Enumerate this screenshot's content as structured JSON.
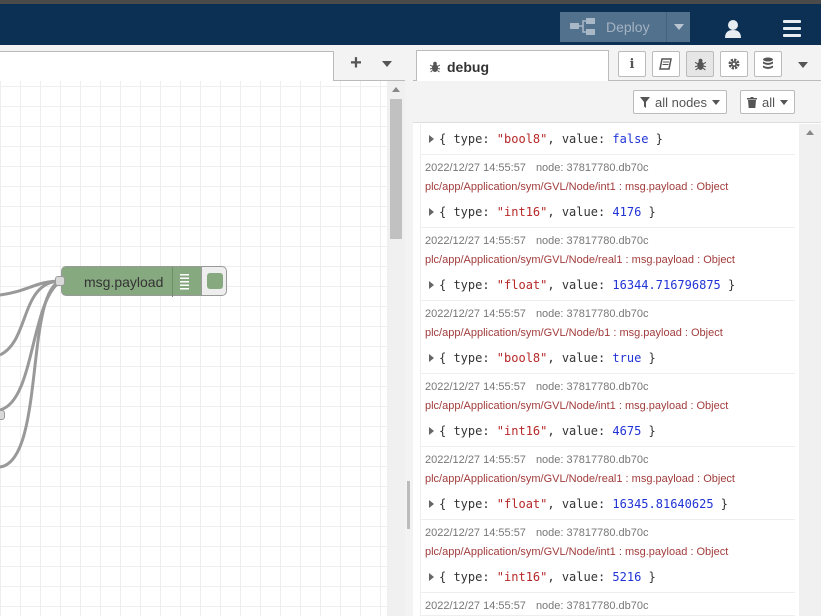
{
  "header": {
    "deploy_label": "Deploy",
    "deploy_icon": "deploy-icon",
    "user_icon": "user-icon",
    "menu_icon": "menu-icon"
  },
  "workspace": {
    "add_flow_icon": "plus-icon",
    "flow_menu_icon": "chevron-down-icon",
    "node": {
      "label": "msg.payload",
      "type": "debug",
      "color": "#87a980"
    }
  },
  "sidebar": {
    "tab_label": "debug",
    "tab_icon": "bug-icon",
    "buttons": [
      "info-icon",
      "book-icon",
      "bug-icon",
      "gear-icon",
      "database-icon"
    ],
    "filter_label": "all nodes",
    "clear_label": "all"
  },
  "messages": [
    {
      "timestamp": "",
      "node": "",
      "topic": "",
      "value": [
        [
          "k",
          "{ type: "
        ],
        [
          "s",
          "\"bool8\""
        ],
        [
          "k",
          ", value: "
        ],
        [
          "b",
          "false"
        ],
        [
          "k",
          " }"
        ]
      ]
    },
    {
      "timestamp": "2022/12/27 14:55:57",
      "node": "node: 37817780.db70c",
      "topic": "plc/app/Application/sym/GVL/Node/int1 : msg.payload : Object",
      "value": [
        [
          "k",
          "{ type: "
        ],
        [
          "s",
          "\"int16\""
        ],
        [
          "k",
          ", value: "
        ],
        [
          "n",
          "4176"
        ],
        [
          "k",
          " }"
        ]
      ]
    },
    {
      "timestamp": "2022/12/27 14:55:57",
      "node": "node: 37817780.db70c",
      "topic": "plc/app/Application/sym/GVL/Node/real1 : msg.payload : Object",
      "value": [
        [
          "k",
          "{ type: "
        ],
        [
          "s",
          "\"float\""
        ],
        [
          "k",
          ", value: "
        ],
        [
          "n",
          "16344.716796875"
        ],
        [
          "k",
          " }"
        ]
      ]
    },
    {
      "timestamp": "2022/12/27 14:55:57",
      "node": "node: 37817780.db70c",
      "topic": "plc/app/Application/sym/GVL/Node/b1 : msg.payload : Object",
      "value": [
        [
          "k",
          "{ type: "
        ],
        [
          "s",
          "\"bool8\""
        ],
        [
          "k",
          ", value: "
        ],
        [
          "b",
          "true"
        ],
        [
          "k",
          " }"
        ]
      ]
    },
    {
      "timestamp": "2022/12/27 14:55:57",
      "node": "node: 37817780.db70c",
      "topic": "plc/app/Application/sym/GVL/Node/int1 : msg.payload : Object",
      "value": [
        [
          "k",
          "{ type: "
        ],
        [
          "s",
          "\"int16\""
        ],
        [
          "k",
          ", value: "
        ],
        [
          "n",
          "4675"
        ],
        [
          "k",
          " }"
        ]
      ]
    },
    {
      "timestamp": "2022/12/27 14:55:57",
      "node": "node: 37817780.db70c",
      "topic": "plc/app/Application/sym/GVL/Node/real1 : msg.payload : Object",
      "value": [
        [
          "k",
          "{ type: "
        ],
        [
          "s",
          "\"float\""
        ],
        [
          "k",
          ", value: "
        ],
        [
          "n",
          "16345.81640625"
        ],
        [
          "k",
          " }"
        ]
      ]
    },
    {
      "timestamp": "2022/12/27 14:55:57",
      "node": "node: 37817780.db70c",
      "topic": "plc/app/Application/sym/GVL/Node/int1 : msg.payload : Object",
      "value": [
        [
          "k",
          "{ type: "
        ],
        [
          "s",
          "\"int16\""
        ],
        [
          "k",
          ", value: "
        ],
        [
          "n",
          "5216"
        ],
        [
          "k",
          " }"
        ]
      ]
    },
    {
      "timestamp": "2022/12/27 14:55:57",
      "node": "node: 37817780.db70c",
      "topic": "",
      "value": []
    }
  ]
}
